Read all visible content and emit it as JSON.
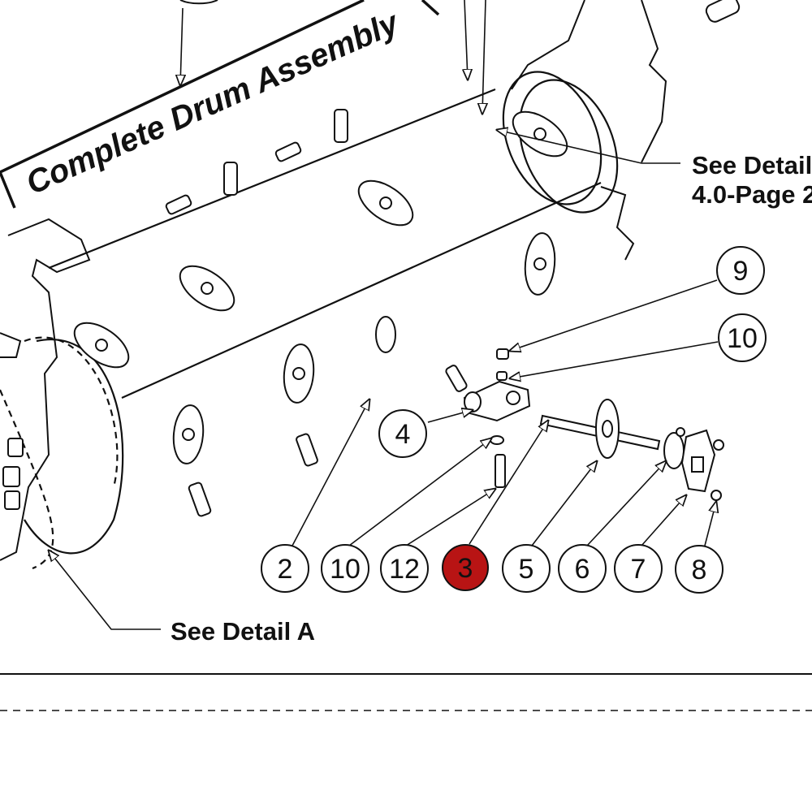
{
  "diagram": {
    "title": "Complete Drum Assembly",
    "detail_a": "See Detail A",
    "detail_b_line1": "See Detail",
    "detail_b_line2": "4.0-Page 2",
    "highlight_color": "#b81414",
    "line_color": "#111111"
  },
  "callouts": [
    {
      "id": "9",
      "label": "9"
    },
    {
      "id": "10a",
      "label": "10"
    },
    {
      "id": "4",
      "label": "4"
    },
    {
      "id": "2",
      "label": "2"
    },
    {
      "id": "10b",
      "label": "10"
    },
    {
      "id": "12",
      "label": "12"
    },
    {
      "id": "3",
      "label": "3",
      "highlighted": true
    },
    {
      "id": "5",
      "label": "5"
    },
    {
      "id": "6",
      "label": "6"
    },
    {
      "id": "7",
      "label": "7"
    },
    {
      "id": "8",
      "label": "8"
    }
  ]
}
